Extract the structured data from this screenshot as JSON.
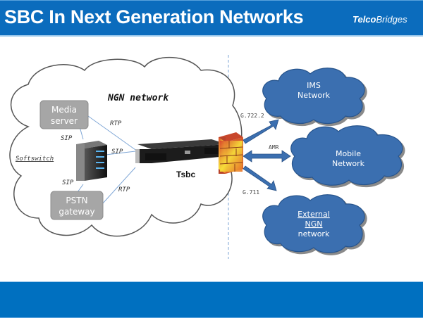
{
  "header": {
    "title": "SBC In Next Generation Networks",
    "logo_part1": "Telco",
    "logo_part2": "Bridges"
  },
  "ngn_cloud": {
    "label": "NGN network",
    "media_server": [
      "Media",
      "server"
    ],
    "pstn_gateway": [
      "PSTN",
      "gateway"
    ],
    "softswitch": "Softswitch",
    "sbc_label": "Tsbc",
    "links": {
      "media_rtp": "RTP",
      "media_sip": "SIP",
      "softswitch_sip": "SIP",
      "pstn_sip": "SIP",
      "pstn_rtp": "RTP"
    }
  },
  "external": {
    "ims": [
      "IMS",
      "Network"
    ],
    "mobile": [
      "Mobile",
      "Network"
    ],
    "ext_ngn": [
      "External",
      "NGN",
      "network"
    ],
    "codecs": {
      "ims": "G.722.2",
      "mobile": "AMR",
      "ext_ngn": "G.711"
    }
  },
  "colors": {
    "header_blue": "#0b6cbd",
    "footer_blue": "#0070c0",
    "cloud_blue": "#3b6fb0",
    "box_gray": "#a6a6a6"
  }
}
